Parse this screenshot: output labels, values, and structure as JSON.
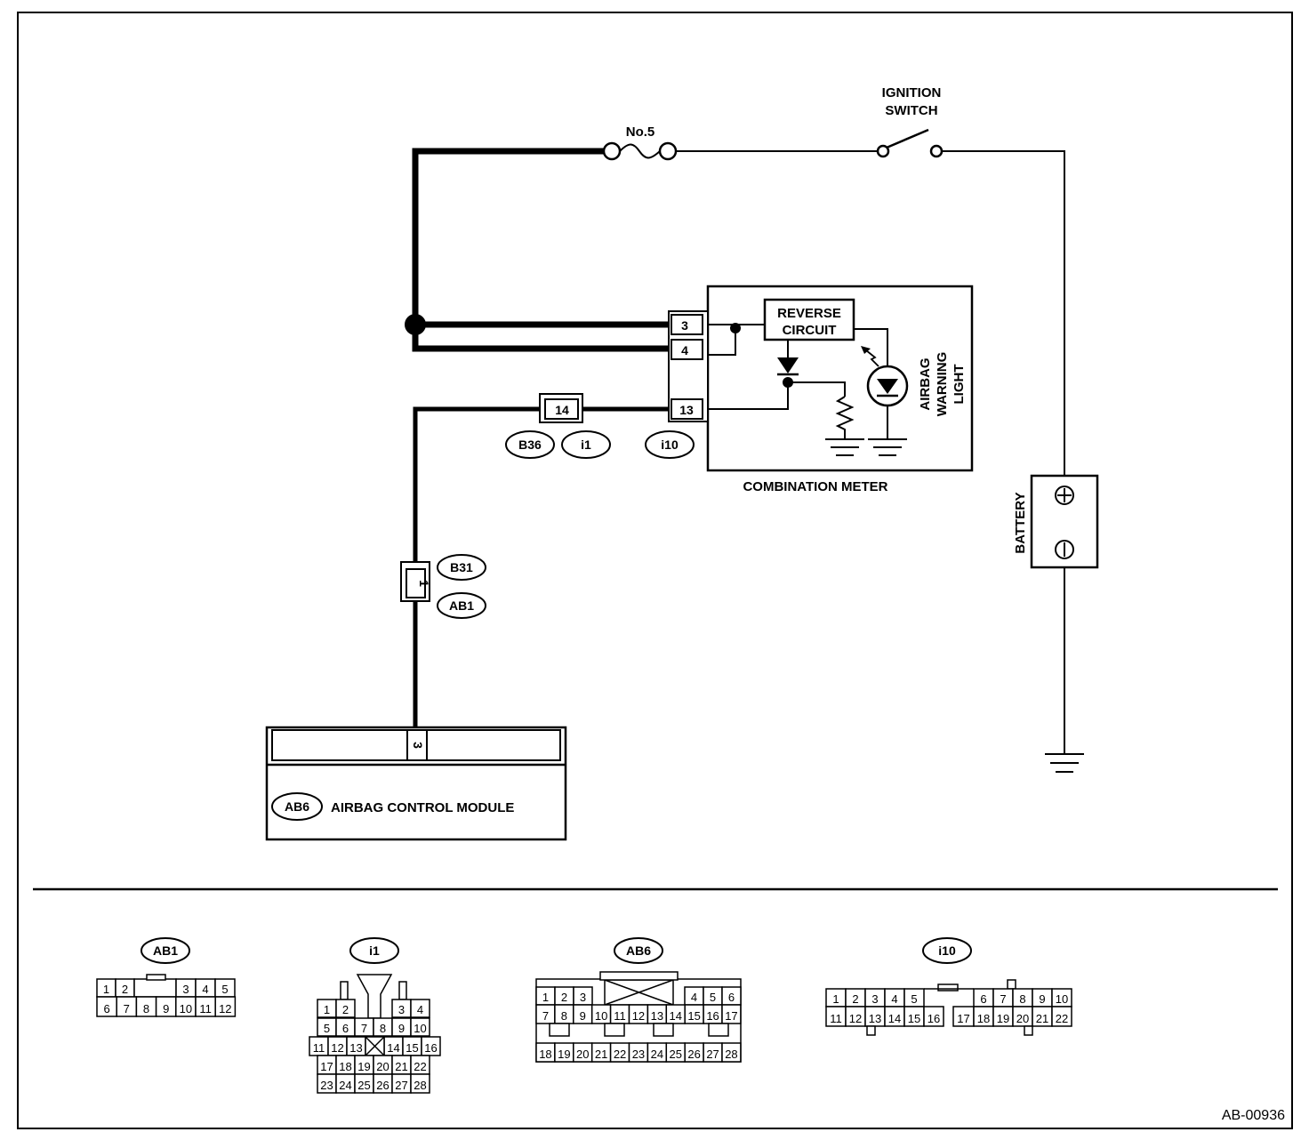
{
  "fuse": {
    "label": "No.5"
  },
  "ignition": {
    "line1": "IGNITION",
    "line2": "SWITCH"
  },
  "combination_meter": {
    "label": "COMBINATION METER",
    "reverse_line1": "REVERSE",
    "reverse_line2": "CIRCUIT",
    "light_line1": "AIRBAG",
    "light_line2": "WARNING",
    "light_line3": "LIGHT",
    "pins": [
      "3",
      "4",
      "13"
    ],
    "connector": "i10"
  },
  "harness": {
    "pin_14": "14",
    "connectors_14": [
      "B36",
      "i1"
    ],
    "pin_1": "1",
    "connectors_1": [
      "B31",
      "AB1"
    ]
  },
  "battery": {
    "label": "BATTERY"
  },
  "airbag_module": {
    "connector": "AB6",
    "label": "AIRBAG CONTROL MODULE",
    "pin": "3"
  },
  "face_views": {
    "ab1": {
      "title": "AB1",
      "row1": [
        "1",
        "2",
        "",
        "3",
        "4",
        "5"
      ],
      "row2": [
        "6",
        "7",
        "8",
        "9",
        "10",
        "11",
        "12"
      ]
    },
    "i1": {
      "title": "i1",
      "rows": [
        [
          "1",
          "2",
          "3",
          "4"
        ],
        [
          "5",
          "6",
          "7",
          "8",
          "9",
          "10"
        ],
        [
          "11",
          "12",
          "13",
          "14",
          "15",
          "16"
        ],
        [
          "17",
          "18",
          "19",
          "20",
          "21",
          "22"
        ],
        [
          "23",
          "24",
          "25",
          "26",
          "27",
          "28"
        ]
      ]
    },
    "ab6": {
      "title": "AB6",
      "rows": [
        [
          "1",
          "2",
          "3",
          "4",
          "5",
          "6"
        ],
        [
          "7",
          "8",
          "9",
          "10",
          "11",
          "12",
          "13",
          "14",
          "15",
          "16",
          "17"
        ],
        [
          "18",
          "19",
          "20",
          "21",
          "22",
          "23",
          "24",
          "25",
          "26",
          "27",
          "28"
        ]
      ]
    },
    "i10": {
      "title": "i10",
      "rows": [
        [
          "1",
          "2",
          "3",
          "4",
          "5",
          "6",
          "7",
          "8",
          "9",
          "10"
        ],
        [
          "11",
          "12",
          "13",
          "14",
          "15",
          "16",
          "17",
          "18",
          "19",
          "20",
          "21",
          "22"
        ]
      ]
    }
  },
  "figure_code": "AB-00936"
}
